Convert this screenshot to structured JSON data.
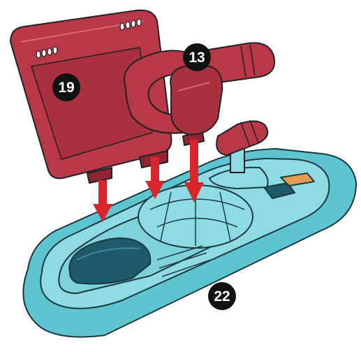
{
  "callouts": {
    "c19": "19",
    "c13": "13",
    "c22": "22"
  },
  "colors": {
    "panel_red": "#b83848",
    "panel_red_dark": "#8f2533",
    "base_teal": "#5ec4cf",
    "base_teal_light": "#8fdbe3",
    "base_dark": "#1f5a6b",
    "arrow_red": "#d8262c",
    "accent_orange": "#e39a52",
    "callout_bg": "#111111",
    "outline": "#222222"
  },
  "icons": [
    "down-arrow-icon"
  ]
}
